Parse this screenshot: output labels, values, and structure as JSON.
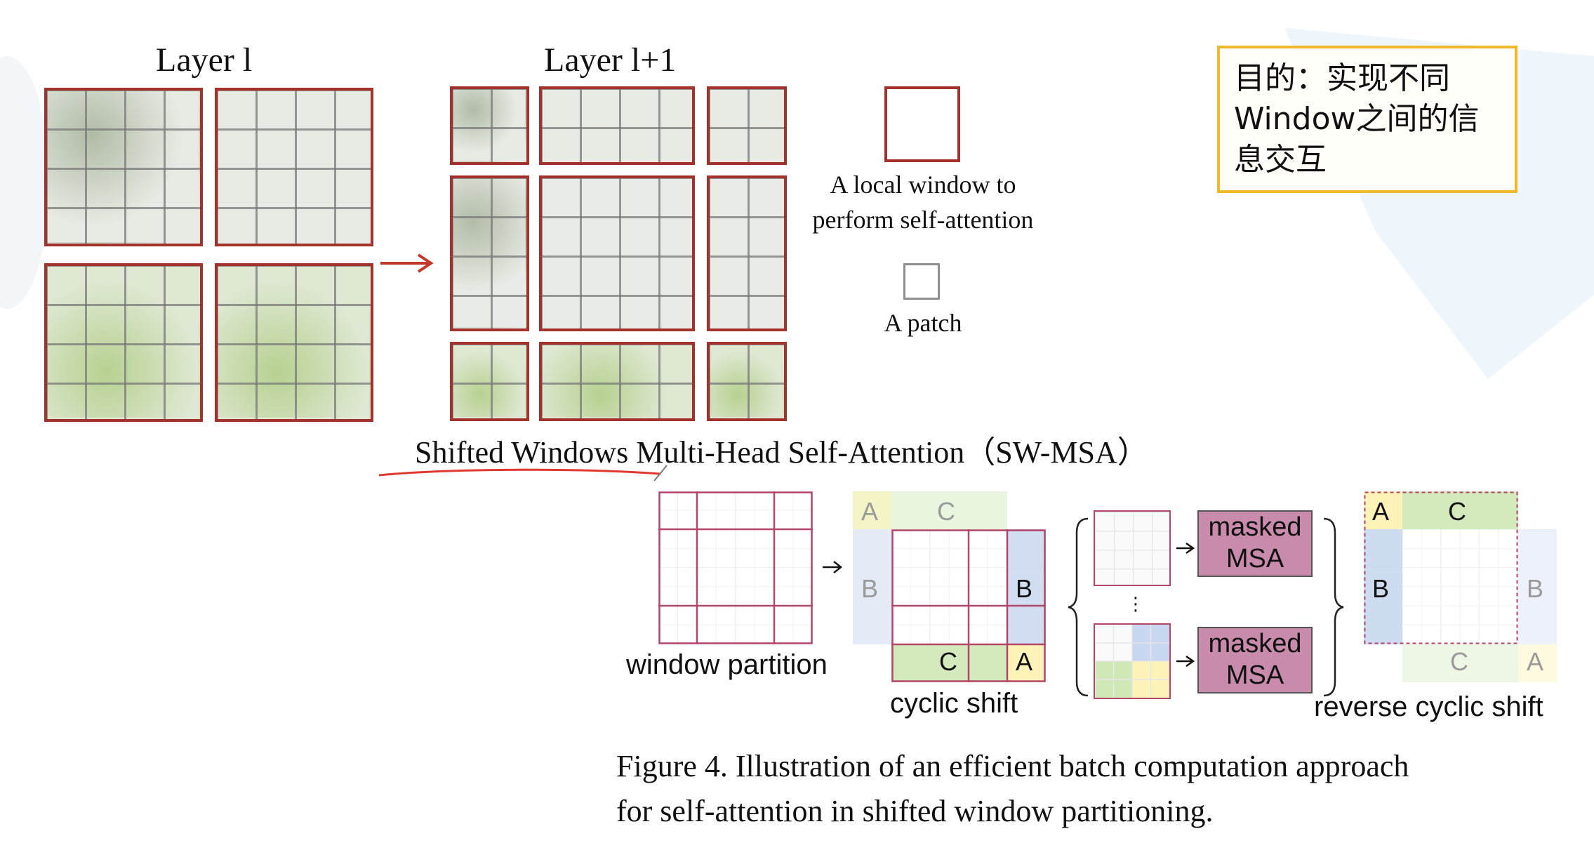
{
  "top_figure": {
    "layer_l_label": "Layer l",
    "layer_l1_label": "Layer l+1",
    "legend_window_text_line1": "A local window to",
    "legend_window_text_line2": "perform self-attention",
    "legend_patch_text": "A patch"
  },
  "purpose_note": {
    "line1": "目的：实现不同",
    "line2": "Window之间的信",
    "line3": "息交互"
  },
  "subtitle": "Shifted Windows Multi-Head Self-Attention（SW-MSA）",
  "bottom_figure": {
    "window_partition_label": "window partition",
    "cyclic_shift_label": "cyclic shift",
    "reverse_cyclic_shift_label": "reverse cyclic shift",
    "masked_msa_1_line1": "masked",
    "masked_msa_1_line2": "MSA",
    "masked_msa_2_line1": "masked",
    "masked_msa_2_line2": "MSA",
    "ellipsis": "⋮",
    "letters": {
      "a": "A",
      "b": "B",
      "c": "C"
    }
  },
  "caption": {
    "line1": "Figure 4. Illustration of an efficient batch computation approach",
    "line2": "for self-attention in shifted window partitioning."
  },
  "colors": {
    "window_border": "#a3312c",
    "purpose_border": "#f0b82a",
    "region_a": "#fdf3b8",
    "region_b": "#c9d8f0",
    "region_c": "#cfe8b6",
    "masked_msa_fill": "#c98bab",
    "partition_line": "#b3476a",
    "annotation_red": "#e03a2f"
  }
}
